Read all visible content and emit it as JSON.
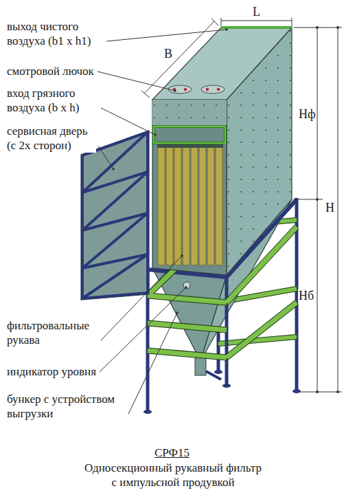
{
  "diagram": {
    "title": "СРФ15",
    "caption": "Односекционный рукавный фильтр с импульсной продувкой",
    "labels": [
      "выход чистого воздуха (b1 x h1)",
      "смотровой лючок",
      "вход грязного воздуха (b x h)",
      "сервисная дверь (с 2х сторон)",
      "фильтровальные рукава",
      "индикатор уровня",
      "бункер с устройством выгрузки",
      "L",
      "B",
      "Нф",
      "H",
      "Нб"
    ]
  }
}
